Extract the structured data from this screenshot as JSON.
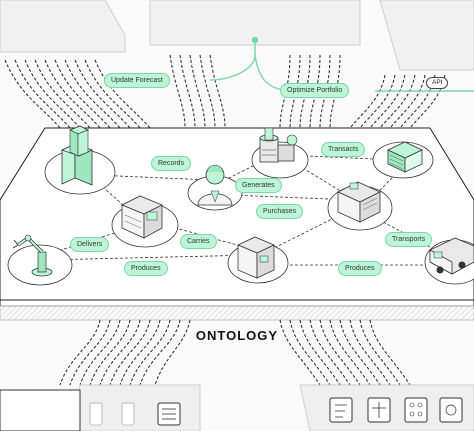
{
  "api_label": "API",
  "platform_label": "ONTOLOGY",
  "actions": [
    {
      "id": "update-forecast",
      "label": "Update Forecast"
    },
    {
      "id": "optimize-portfolio",
      "label": "Optimize Portfolio"
    }
  ],
  "relations": [
    {
      "id": "records",
      "label": "Records"
    },
    {
      "id": "generates",
      "label": "Generates"
    },
    {
      "id": "transacts",
      "label": "Transacts"
    },
    {
      "id": "purchases",
      "label": "Purchases"
    },
    {
      "id": "delivers",
      "label": "Delivers"
    },
    {
      "id": "carries",
      "label": "Carries"
    },
    {
      "id": "transports",
      "label": "Transports"
    },
    {
      "id": "produces-left",
      "label": "Produces"
    },
    {
      "id": "produces-right",
      "label": "Produces"
    }
  ],
  "objects": [
    {
      "id": "factory",
      "icon": "factory-icon"
    },
    {
      "id": "person",
      "icon": "person-icon"
    },
    {
      "id": "plant",
      "icon": "plant-icon"
    },
    {
      "id": "money",
      "icon": "money-icon"
    },
    {
      "id": "warehouse",
      "icon": "warehouse-icon"
    },
    {
      "id": "office-building",
      "icon": "building-icon"
    },
    {
      "id": "robot-arm",
      "icon": "robot-arm-icon"
    },
    {
      "id": "package",
      "icon": "package-icon"
    },
    {
      "id": "truck",
      "icon": "truck-icon"
    }
  ],
  "colors": {
    "accent": "#bdf5d6",
    "accent_stroke": "#7ad7a6",
    "line": "#333333",
    "platform": "#ffffff",
    "background": "#fafafa"
  }
}
